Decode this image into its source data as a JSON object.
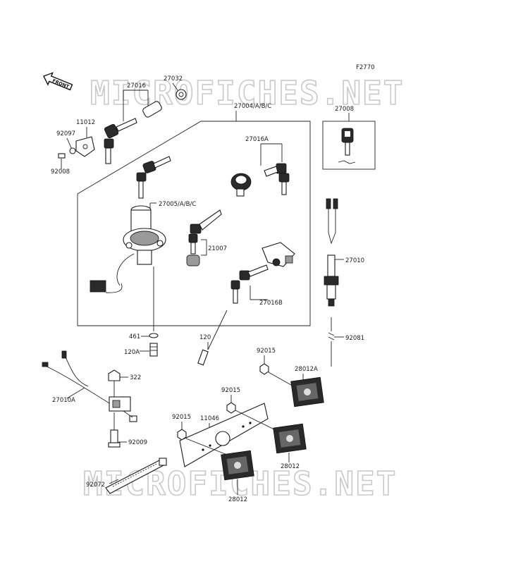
{
  "figure_code": "F2770",
  "watermark": "MICROFICHES.NET",
  "front_label": "FRONT",
  "parts": {
    "p27016": "27016",
    "p27032": "27032",
    "p11012": "11012",
    "p92097": "92097",
    "p92008": "92008",
    "p27004": "27004/A/B/C",
    "p27008": "27008",
    "p27016A": "27016A",
    "p27005": "27005/A/B/C",
    "p21007": "21007",
    "p27010": "27010",
    "p27016B": "27016B",
    "p461": "461",
    "p120A": "120A",
    "p120": "120",
    "p92081": "92081",
    "p92015a": "92015",
    "p28012A": "28012A",
    "p322": "322",
    "p27010A": "27010A",
    "p92015b": "92015",
    "p92015c": "92015",
    "p11046": "11046",
    "p92009": "92009",
    "p28012a": "28012",
    "p92072": "92072",
    "p28012b": "28012"
  },
  "icons": [
    "front-arrow-icon",
    "ignition-switch-icon",
    "key-icon",
    "seat-lock-icon",
    "helmet-lock-icon",
    "brake-light-switch-icon",
    "neutral-switch-icon",
    "reflector-icon",
    "license-plate-bracket-icon",
    "cable-tie-icon"
  ]
}
